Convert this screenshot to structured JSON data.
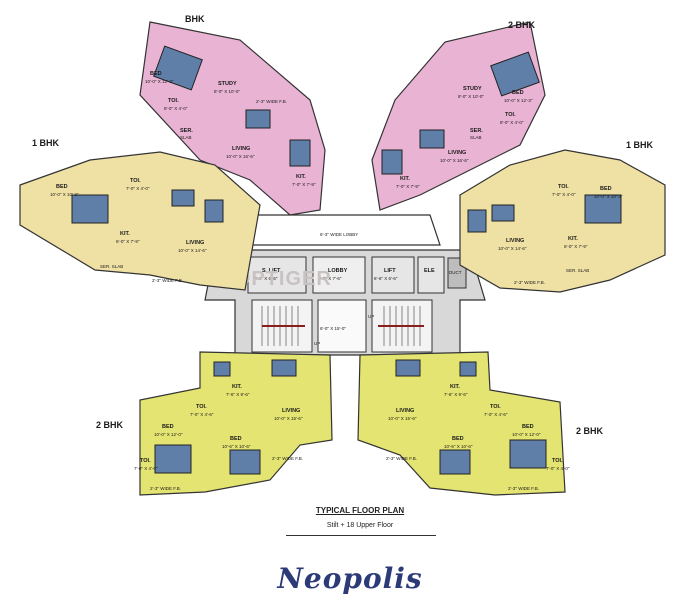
{
  "labels": {
    "bhk_top_left": "BHK",
    "bhk_top_right": "2 BHK",
    "bhk_mid_left": "1 BHK",
    "bhk_mid_right": "1 BHK",
    "bhk_bottom_left": "2 BHK",
    "bhk_bottom_right": "2 BHK"
  },
  "rooms": {
    "tl_bed": "BED",
    "tl_bed_dim": "10'-0\" X 12'-3\"",
    "tl_study": "STUDY",
    "tl_study_dim": "8'-0\" X 10'-0\"",
    "tl_wide_fb": "2'-3\" WIDE F.B.",
    "tl_toi": "TOI.",
    "tl_toi_dim": "8'-0\" X 4'-0\"",
    "tl_ser": "SER.",
    "tl_ser_dim": "SLAB",
    "tl_living": "LIVING",
    "tl_living_dim": "10'-0\" X 16'-6\"",
    "tl_kit": "KIT.",
    "tl_kit_dim": "7'-0\" X 7'-9\"",
    "tr_bed": "BED",
    "tr_bed_dim": "10'-0\" X 12'-3\"",
    "tr_study": "STUDY",
    "tr_study_dim": "8'-0\" X 10'-0\"",
    "tr_toi": "TOI.",
    "tr_toi_dim": "8'-0\" X 4'-0\"",
    "tr_ser": "SER.",
    "tr_ser_dim": "SLAB",
    "tr_living": "LIVING",
    "tr_living_dim": "10'-0\" X 16'-6\"",
    "tr_kit": "KIT.",
    "tr_kit_dim": "7'-0\" X 7'-9\"",
    "ml_bed": "BED",
    "ml_bed_dim": "10'-0\" X 10'-3\"",
    "ml_toi": "TOI.",
    "ml_toi_dim": "7'-0\" X 4'-0\"",
    "ml_kit": "KIT.",
    "ml_kit_dim": "6'-0\" X 7'-9\"",
    "ml_living": "LIVING",
    "ml_living_dim": "10'-0\" X 14'-6\"",
    "ml_ser": "SER. SLAB",
    "ml_wide_fb": "2'-3\" WIDE F.B.",
    "mr_bed": "BED",
    "mr_bed_dim": "10'-0\" X 10'-3\"",
    "mr_toi": "TOI.",
    "mr_toi_dim": "7'-0\" X 4'-0\"",
    "mr_kit": "KIT.",
    "mr_kit_dim": "6'-0\" X 7'-9\"",
    "mr_living": "LIVING",
    "mr_living_dim": "10'-0\" X 14'-6\"",
    "mr_ser": "SER. SLAB",
    "mr_wide_fb": "2'-3\" WIDE F.B.",
    "lobby_wide": "6'-3\" WIDE LOBBY",
    "duct_left": "DUCT",
    "slift": "S. LIFT",
    "slift_dim": "9'-6\" X 6'-6\"",
    "lobby": "LOBBY",
    "lobby_dim": "8'-0\" X 7'-6\"",
    "lift": "LIFT",
    "lift_dim": "6'-6\" X 6'-6\"",
    "ele": "ELE",
    "duct_right": "DUCT",
    "stair_dim": "6'-0\" X 15'-0\"",
    "up_left": "UP",
    "up_right": "UP",
    "bl_kit": "KIT.",
    "bl_kit_dim": "7'-6\" X 9'-6\"",
    "bl_toi": "TOI.",
    "bl_toi_dim": "7'-0\" X 4'-6\"",
    "bl_living": "LIVING",
    "bl_living_dim": "10'-0\" X 15'-6\"",
    "bl_bed1": "BED",
    "bl_bed1_dim": "10'-0\" X 12'-0\"",
    "bl_bed2": "BED",
    "bl_bed2_dim": "10'-6\" X 10'-6\"",
    "bl_toi2": "TOI.",
    "bl_toi2_dim": "7'-0\" X 4'-0\"",
    "bl_wide_fb": "2'-3\" WIDE F.B.",
    "bl_wide_fb2": "2'-3\" WIDE F.B.",
    "br_kit": "KIT.",
    "br_kit_dim": "7'-6\" X 9'-6\"",
    "br_toi": "TOI.",
    "br_toi_dim": "7'-0\" X 4'-6\"",
    "br_living": "LIVING",
    "br_living_dim": "10'-0\" X 15'-6\"",
    "br_bed1": "BED",
    "br_bed1_dim": "10'-0\" X 12'-0\"",
    "br_bed2": "BED",
    "br_bed2_dim": "10'-6\" X 10'-6\"",
    "br_toi2": "TOI.",
    "br_toi2_dim": "7'-0\" X 4'-0\"",
    "br_wide_fb": "2'-3\" WIDE F.B.",
    "br_wide_fb2": "2'-3\" WIDE F.B."
  },
  "watermark": "PROPTIGER",
  "footer": {
    "plan_title": "TYPICAL FLOOR PLAN",
    "plan_subtitle": "Stilt + 18 Upper Floor",
    "project_name": "Neopolis"
  },
  "colors": {
    "pink_unit": "#e9b3d4",
    "cream_unit": "#efe0a4",
    "yellow_unit": "#e4e472",
    "core_gray": "#d4d4d4",
    "furniture": "#5f7fa8",
    "project_name": "#2c3a78"
  }
}
